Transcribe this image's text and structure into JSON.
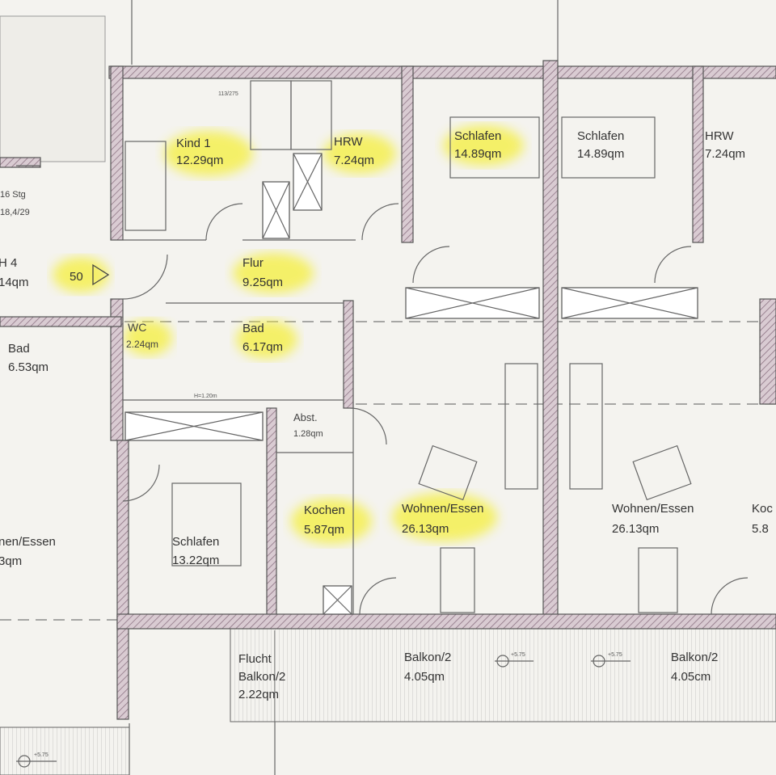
{
  "colors": {
    "highlight": "#f5ef3a",
    "wall": "#b59aa8",
    "line": "#555555",
    "paper": "#f4f3ef"
  },
  "rooms": {
    "kind1": {
      "name": "Kind 1",
      "area": "12.29qm"
    },
    "hrw_left": {
      "name": "HRW",
      "area": "7.24qm"
    },
    "schlafen_a": {
      "name": "Schlafen",
      "area": "14.89qm"
    },
    "schlafen_b": {
      "name": "Schlafen",
      "area": "14.89qm"
    },
    "hrw_right": {
      "name": "HRW",
      "area": "7.24qm"
    },
    "h4": {
      "name": "H 4",
      "area": "14qm"
    },
    "stair": {
      "name": "16 Stg",
      "area": "18,4/29"
    },
    "marker50": {
      "name": "50"
    },
    "flur": {
      "name": "Flur",
      "area": "9.25qm"
    },
    "wc": {
      "name": "WC",
      "area": "2.24qm"
    },
    "bad_mid": {
      "name": "Bad",
      "area": "6.17qm"
    },
    "bad_left": {
      "name": "Bad",
      "area": "6.53qm"
    },
    "abst": {
      "name": "Abst.",
      "area": "1.28qm"
    },
    "kochen": {
      "name": "Kochen",
      "area": "5.87qm"
    },
    "wohnen_a": {
      "name": "Wohnen/Essen",
      "area": "26.13qm"
    },
    "wohnen_b": {
      "name": "Wohnen/Essen",
      "area": "26.13qm"
    },
    "kochen_right": {
      "name": "Koc",
      "area": "5.8"
    },
    "wohnen_left": {
      "name": "nen/Essen",
      "area": "3qm"
    },
    "schlafen_c": {
      "name": "Schlafen",
      "area": "13.22qm"
    },
    "flucht": {
      "name": "Flucht",
      "name2": "Balkon/2",
      "area": "2.22qm"
    },
    "balkon_a": {
      "name": "Balkon/2",
      "area": "4.05qm"
    },
    "balkon_b": {
      "name": "Balkon/2",
      "area": "4.05cm"
    }
  },
  "level_marks": [
    "+5.75",
    "+5.75",
    "+5.75"
  ],
  "small_marks": {
    "h1": "H=1.20m",
    "ceil": "113/275"
  }
}
